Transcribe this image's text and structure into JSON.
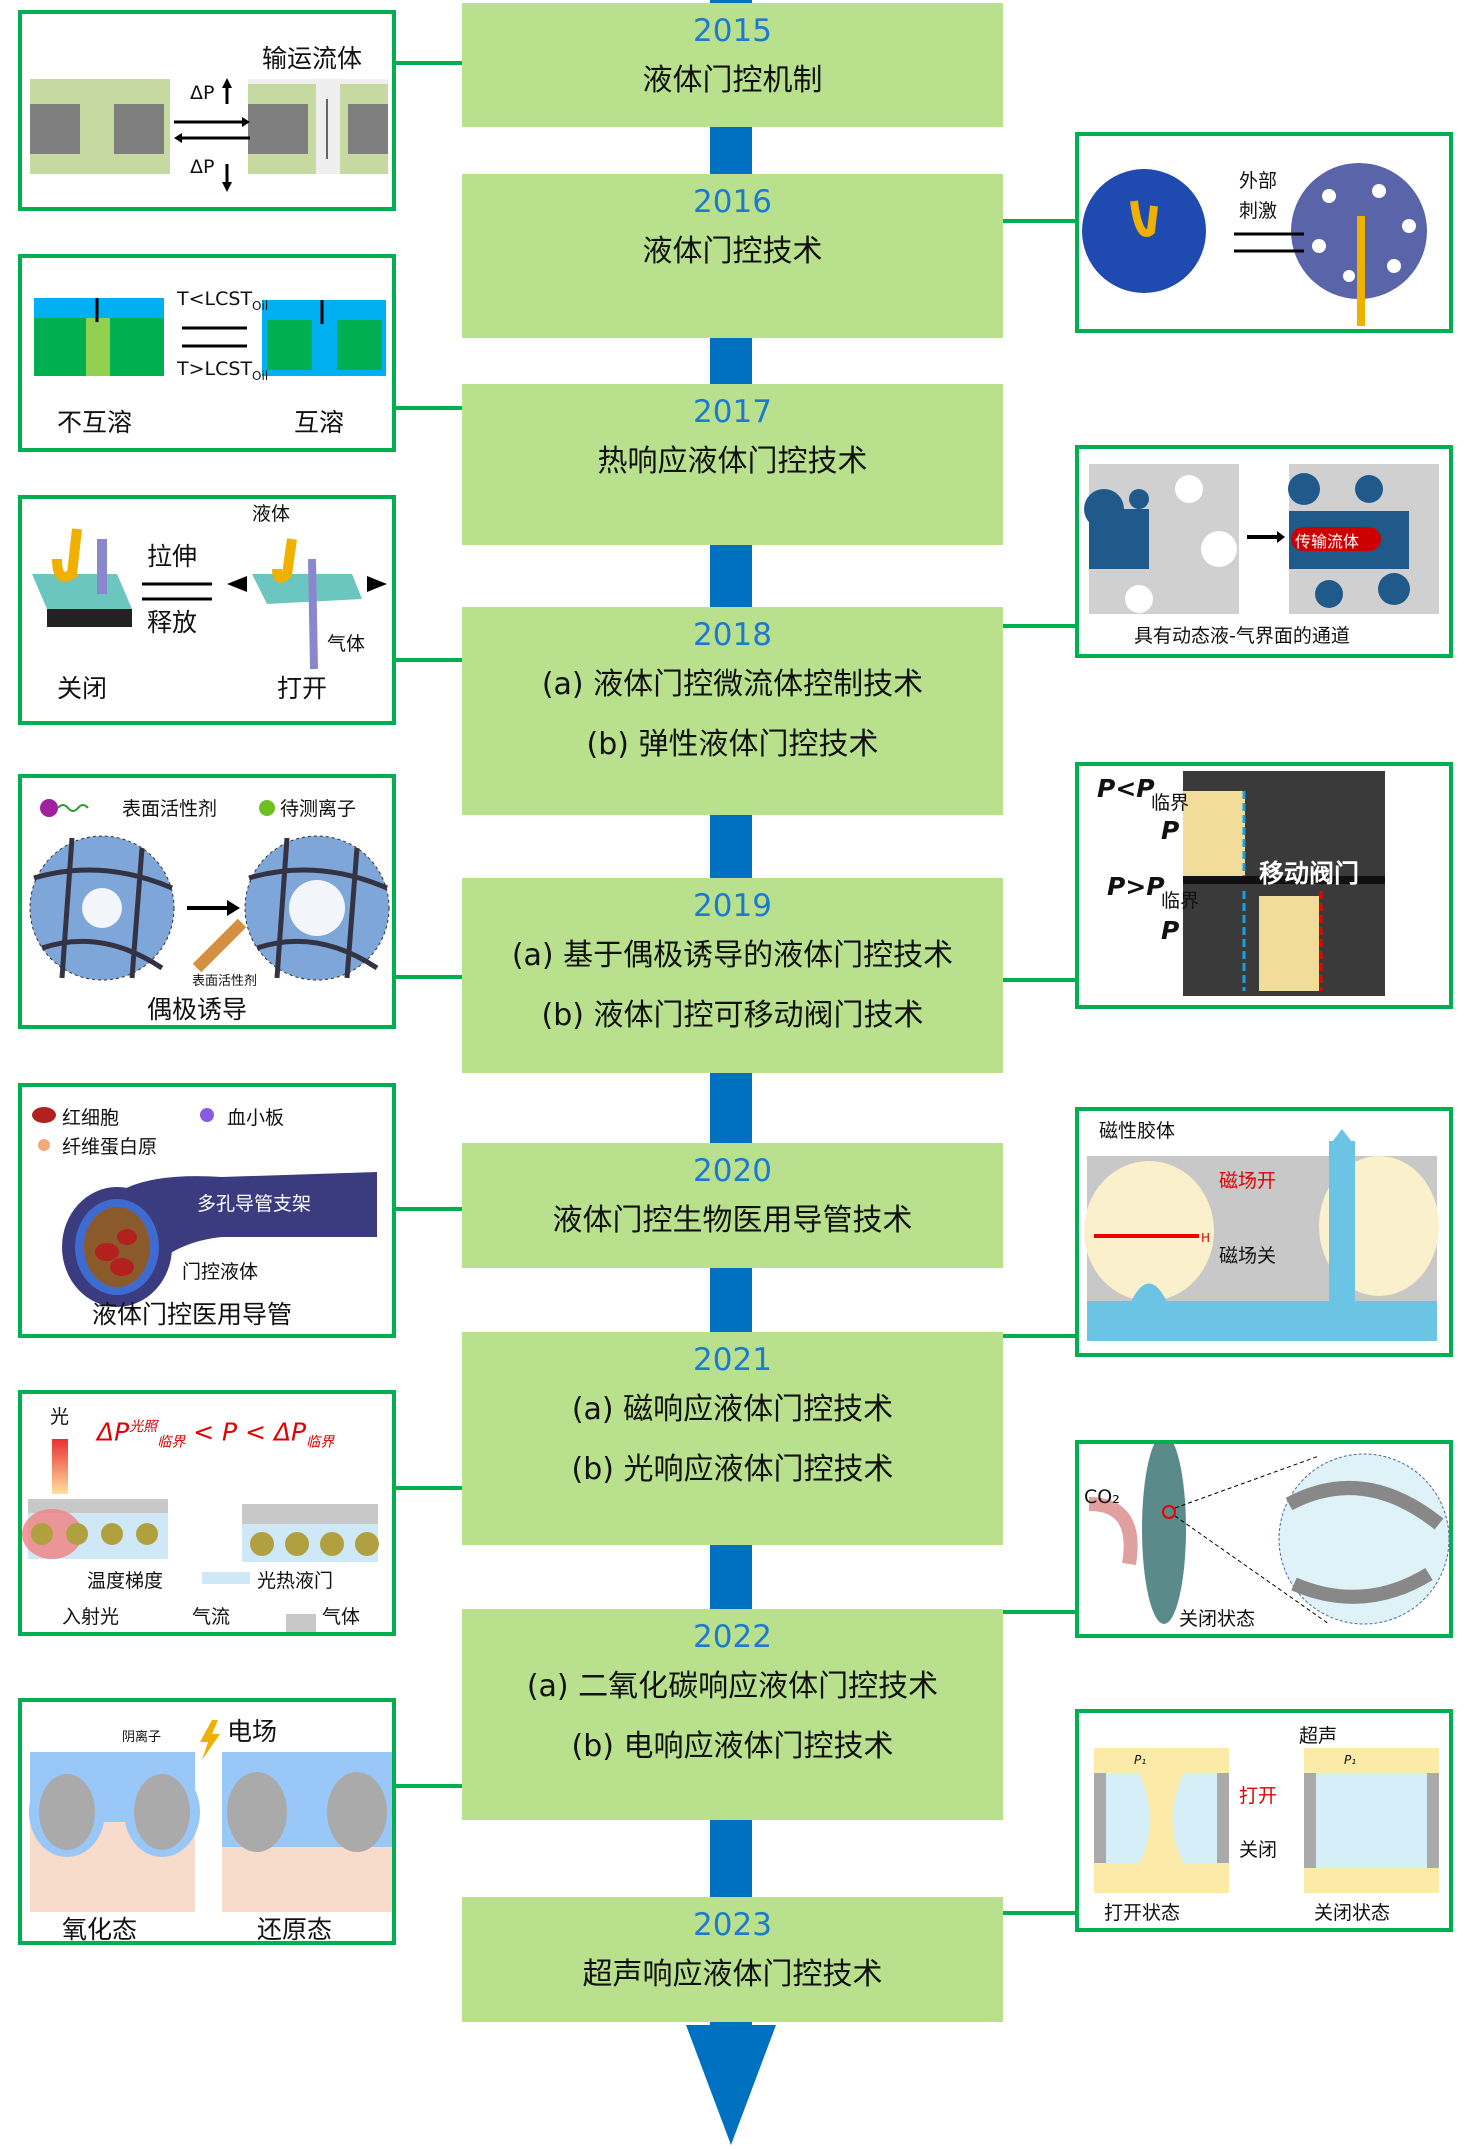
{
  "timeline": [
    {
      "year": "2015",
      "lines": [
        "液体门控机制"
      ]
    },
    {
      "year": "2016",
      "lines": [
        "液体门控技术"
      ]
    },
    {
      "year": "2017",
      "lines": [
        "热响应液体门控技术"
      ]
    },
    {
      "year": "2018",
      "lines": [
        "(a) 液体门控微流体控制技术",
        "(b) 弹性液体门控技术"
      ]
    },
    {
      "year": "2019",
      "lines": [
        "(a) 基于偶极诱导的液体门控技术",
        "(b) 液体门控可移动阀门技术"
      ]
    },
    {
      "year": "2020",
      "lines": [
        "液体门控生物医用导管技术"
      ]
    },
    {
      "year": "2021",
      "lines": [
        "(a) 磁响应液体门控技术",
        "(b) 光响应液体门控技术"
      ]
    },
    {
      "year": "2022",
      "lines": [
        "(a) 二氧化碳响应液体门控技术",
        "(b) 电响应液体门控技术"
      ]
    },
    {
      "year": "2023",
      "lines": [
        "超声响应液体门控技术"
      ]
    }
  ],
  "left_panels": {
    "p2015": {
      "title": "输运流体",
      "dp_up": "ΔP",
      "dp_down": "ΔP"
    },
    "p2017": {
      "cond_low": "T<LCST",
      "cond_high": "T>LCST",
      "sub": "Oil",
      "left": "不互溶",
      "right": "互溶"
    },
    "p2018": {
      "liquid": "液体",
      "stretch": "拉伸",
      "release": "释放",
      "gas": "气体",
      "closed": "关闭",
      "open": "打开"
    },
    "p2019": {
      "surfactant": "表面活性剂",
      "ion": "待测离子",
      "surfactant_small": "表面活性剂",
      "caption": "偶极诱导"
    },
    "p2020": {
      "rbc": "红细胞",
      "platelet": "血小板",
      "fibrin": "纤维蛋白原",
      "scaffold": "多孔导管支架",
      "gating_liquid": "门控液体",
      "caption": "液体门控医用导管"
    },
    "p2021": {
      "light": "光",
      "formula_a": "ΔP",
      "sup_a": "光照",
      "sub_a": "临界",
      "formula_mid": "< P < ΔP",
      "sub_b": "临界",
      "temp": "温度梯度",
      "gate": "光热液门",
      "incident": "入射光",
      "flow": "气流",
      "gas": "气体"
    },
    "p2022": {
      "anion": "阴离子",
      "field": "电场",
      "ox": "氧化态",
      "red": "还原态"
    }
  },
  "right_panels": {
    "p2016": {
      "stimulus_1": "外部",
      "stimulus_2": "刺激"
    },
    "p2018": {
      "transport": "传输流体",
      "caption": "具有动态液-气界面的通道"
    },
    "p2019": {
      "p_less": "P<P",
      "p_greater": "P>P",
      "crit": "临界",
      "p": "P",
      "valve": "移动阀门"
    },
    "p2021": {
      "title": "磁性胶体",
      "on": "磁场开",
      "off": "磁场关",
      "h": "H"
    },
    "p2022": {
      "co2": "CO₂",
      "caption": "关闭状态"
    },
    "p2023": {
      "ultrasound": "超声",
      "open": "打开",
      "close": "关闭",
      "open_state": "打开状态",
      "closed_state": "关闭状态",
      "p1": "P₁"
    }
  },
  "colors": {
    "box": "#b9e08c",
    "spine": "#0070c0",
    "border": "#00b050",
    "year": "#1d7bcf"
  }
}
